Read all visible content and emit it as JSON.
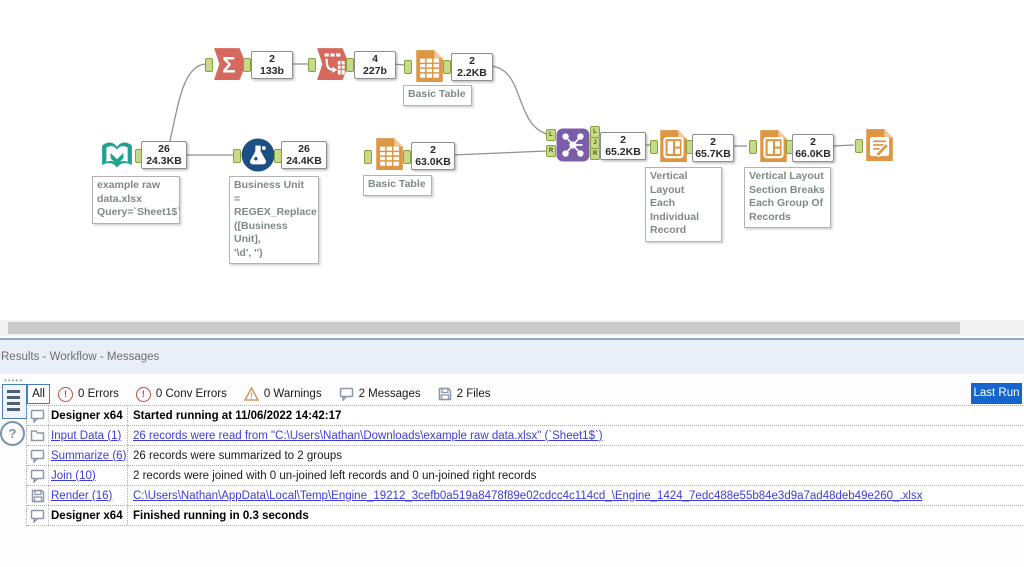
{
  "canvas": {
    "tools": [
      {
        "label": "input-data",
        "count": "26",
        "size": "24.3KB",
        "annotation": "example raw\ndata.xlsx\nQuery=`Sheet1$`"
      },
      {
        "label": "summarize",
        "count": "2",
        "size": "133b",
        "glyph": "Σ"
      },
      {
        "label": "cross-tab",
        "count": "4",
        "size": "227b"
      },
      {
        "label": "table-top",
        "count": "2",
        "size": "2.2KB",
        "annotation": "Basic Table"
      },
      {
        "label": "formula",
        "count": "26",
        "size": "24.4KB",
        "annotation": "Business Unit =\nREGEX_Replace\n([Business Unit],\n'\\d', '')"
      },
      {
        "label": "table-bottom",
        "count": "2",
        "size": "63.0KB",
        "annotation": "Basic Table"
      },
      {
        "label": "join",
        "count": "2",
        "size": "65.2KB",
        "ports": {
          "in_top": "L",
          "in_bottom": "R",
          "out_top": "L",
          "out_mid": "J",
          "out_bottom": "R"
        }
      },
      {
        "label": "layout-individual",
        "count": "2",
        "size": "65.7KB",
        "annotation": "Vertical Layout\nEach Individual\nRecord"
      },
      {
        "label": "layout-group",
        "count": "2",
        "size": "66.0KB",
        "annotation": "Vertical Layout\nSection Breaks\nEach Group Of\nRecords"
      },
      {
        "label": "render"
      }
    ]
  },
  "results": {
    "title": "Results - Workflow - Messages",
    "filter_all": "All",
    "filters": {
      "errors": "0 Errors",
      "conv_errors": "0 Conv Errors",
      "warnings": "0 Warnings",
      "messages": "2 Messages",
      "files": "2 Files"
    },
    "last_run": "Last Run",
    "help": "?",
    "rows": [
      {
        "source": "Designer x64",
        "message": "Started running at 11/06/2022 14:42:17"
      },
      {
        "source": "Input Data (1)",
        "message": "26 records were read from \"C:\\Users\\Nathan\\Downloads\\example raw data.xlsx\" (`Sheet1$`)"
      },
      {
        "source": "Summarize (6)",
        "message": "26 records were summarized to 2 groups"
      },
      {
        "source": "Join (10)",
        "message": "2 records were joined with 0 un-joined left records and 0 un-joined right records"
      },
      {
        "source": "Render (16)",
        "message": "C:\\Users\\Nathan\\AppData\\Local\\Temp\\Engine_19212_3cefb0a519a8478f89e02cdcc4c114cd_\\Engine_1424_7edc488e55b84e3d9a7ad48deb49e260_.xlsx"
      },
      {
        "source": "Designer x64",
        "message": "Finished running in 0.3 seconds"
      }
    ]
  },
  "colors": {
    "teal": "#1FA18F",
    "salmon": "#D5695D",
    "navy": "#1C4F84",
    "orange": "#DD9643",
    "purple": "#7B5EA7",
    "port_green": "#C6DA87",
    "link_blue": "#3C3CD9",
    "button_blue": "#1565CD"
  }
}
